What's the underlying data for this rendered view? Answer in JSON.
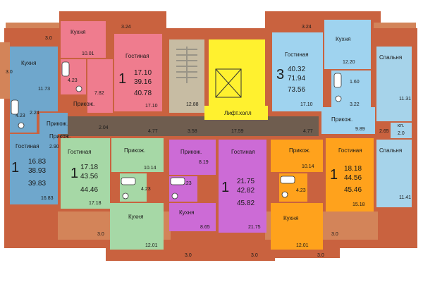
{
  "colors": {
    "wall": "#c9623f",
    "balcony": "#d38459",
    "blue": "#6fa7cc",
    "pink": "#ef7c8e",
    "gray": "#c7bca3",
    "yellow": "#fff12f",
    "lightblue": "#9fd3ef",
    "lightblue2": "#a6d3ea",
    "green": "#a6d8a6",
    "violet": "#cc6bd6",
    "orange": "#ffa21c",
    "corridor": "#6f5d4f"
  },
  "balcony_dims": {
    "top_left": "3.0",
    "top_pink": "3.24",
    "top_blue": "3.24",
    "left": "3.0",
    "bottom_green_left": "3.0",
    "bottom_violet_left": "3.0",
    "bottom_violet_right": "3.0",
    "bottom_orange": "3.0",
    "bottom_orange_right": "3.0"
  },
  "apt_a": {
    "kitchen": "Кухня",
    "kitchen_area": "11.73",
    "living": "Гостиная",
    "living_area": "16.83",
    "bath_area": "4.23",
    "hall": "Прикож.",
    "hall_area": "2.24",
    "rooms": "1",
    "a1": "16.83",
    "a2": "38.93",
    "total": "39.83"
  },
  "apt_b": {
    "kitchen": "Кухня",
    "kitchen_area": "10.01",
    "living": "Гостиная",
    "living_area": "17.10",
    "bath_area": "4.23",
    "hall": "Прикож.",
    "hall_area": "7.82",
    "rooms": "1",
    "a1": "17.10",
    "a2": "39.16",
    "total": "40.78"
  },
  "stairs": {
    "area": "12.88"
  },
  "lift": {
    "label": "Лифт.холл"
  },
  "apt_c": {
    "kitchen": "Кухня",
    "kitchen_area": "12.20",
    "living": "Гостиная",
    "living_area": "17.10",
    "bedroom_1": "Спальня",
    "bedroom_1_area": "11.31",
    "bedroom_2": "Спальня",
    "bedroom_2_area": "11.41",
    "bath_area": "1.60",
    "wc_area": "3.22",
    "closet": "кл.",
    "closet_area": "2.0",
    "hall": "Прикож.",
    "hall_area": "9.89",
    "hall2_area": "2.65",
    "rooms": "3",
    "a1": "40.32",
    "a2": "71.94",
    "total": "73.56"
  },
  "apt_d": {
    "living": "Гостиная",
    "living_area": "17.18",
    "kitchen": "Кухня",
    "kitchen_area": "12.01",
    "hall": "Прикож.",
    "hall_area": "10.14",
    "bath_area": "4.23",
    "rooms": "1",
    "a1": "17.18",
    "a2": "43.56",
    "total": "44.46"
  },
  "apt_e": {
    "hall": "Прикож.",
    "hall_area": "8.19",
    "kitchen": "Кухня",
    "kitchen_area": "8.65",
    "living": "Гостиная",
    "living_area": "21.75",
    "bath_area": "4.23",
    "rooms": "1",
    "a1": "21.75",
    "a2": "42.82",
    "total": "45.82"
  },
  "apt_f": {
    "hall": "Прикож.",
    "hall_area": "10.14",
    "kitchen": "Кухня",
    "kitchen_area": "12.01",
    "living": "Гостиная",
    "living_area": "15.18",
    "bath_area": "4.23",
    "rooms": "1",
    "a1": "18.18",
    "a2": "44.56",
    "total": "45.46"
  },
  "corridor": {
    "hall_left": "Прикож.",
    "hall_left_area": "2.90",
    "d1": "2.04",
    "d2": "4.77",
    "d3": "3.58",
    "d4": "17.59",
    "d5": "4.77"
  }
}
